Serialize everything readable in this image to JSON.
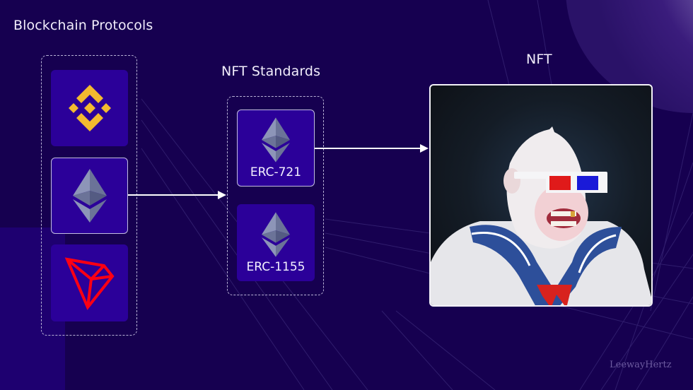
{
  "background": {
    "color": "#160050"
  },
  "sections": {
    "protocols": {
      "title": "Blockchain Protocols",
      "items": [
        {
          "name": "Binance",
          "icon": "binance-icon",
          "color": "#f3ba2f",
          "selected": false
        },
        {
          "name": "Ethereum",
          "icon": "ethereum-icon",
          "color": "#8a92b2",
          "selected": true
        },
        {
          "name": "Tron",
          "icon": "tron-icon",
          "color": "#ff0013",
          "selected": false
        }
      ]
    },
    "standards": {
      "title": "NFT Standards",
      "items": [
        {
          "label": "ERC-721",
          "icon": "ethereum-icon",
          "selected": true
        },
        {
          "label": "ERC-1155",
          "icon": "ethereum-icon",
          "selected": false
        }
      ]
    },
    "nft": {
      "title": "NFT",
      "image_alt": "White gorilla character wearing 3D glasses and sailor uniform"
    }
  },
  "flow": [
    {
      "from": "Ethereum",
      "to": "NFT Standards"
    },
    {
      "from": "ERC-721",
      "to": "NFT"
    }
  ],
  "colors": {
    "tile": "#2b0099",
    "dashed_border": "#b9b2d6",
    "arrow": "#ffffff"
  },
  "watermark": "LeewayHertz"
}
